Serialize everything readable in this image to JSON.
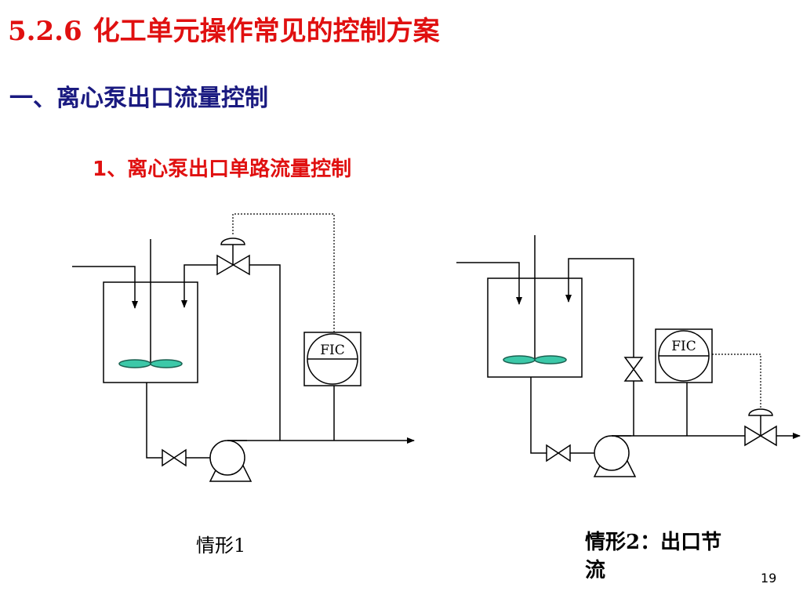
{
  "slide": {
    "title_number": "5.2.6",
    "title_text": "化工单元操作常见的控制方案",
    "section_heading": "一、离心泵出口流量控制",
    "sub_heading": "1、离心泵出口单路流量控制",
    "page_number": "19"
  },
  "diagrams": {
    "case1": {
      "controller_tag": "FIC",
      "caption": "情形1"
    },
    "case2": {
      "controller_tag": "FIC",
      "caption": "情形2：出口节流"
    }
  },
  "colors": {
    "title_red": "#e01010",
    "heading_navy": "#1a1a80",
    "agitator_fill": "#3cc8a8"
  }
}
